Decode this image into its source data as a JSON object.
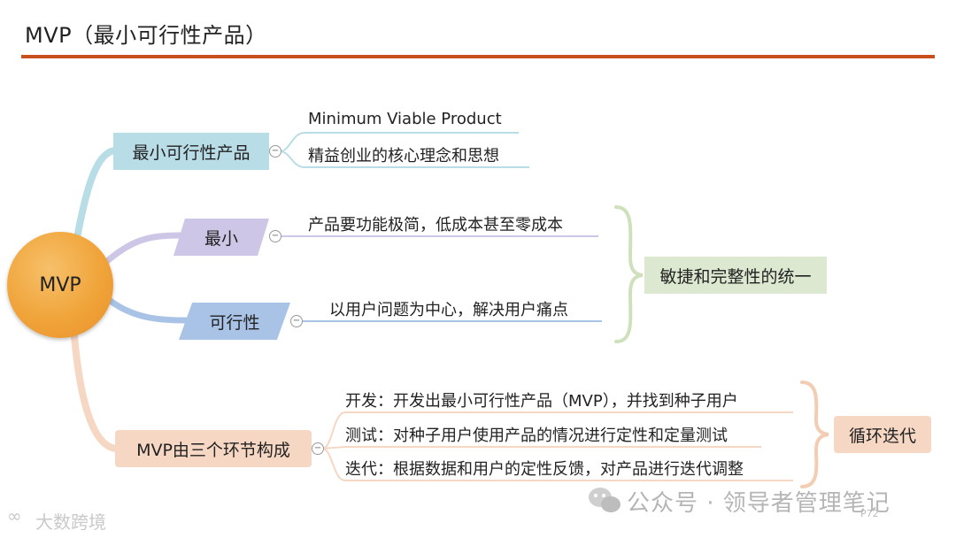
{
  "title": "MVP（最小可行性产品）",
  "center": "MVP",
  "nodes": {
    "min_product": "最小可行性产品",
    "small": "最小",
    "feasibility": "可行性",
    "three_links": "MVP由三个环节构成",
    "unity": "敏捷和完整性的统一",
    "loop": "循环迭代"
  },
  "leaves": {
    "min_product": [
      "Minimum Viable Product",
      "精益创业的核心理念和思想"
    ],
    "small": "产品要功能极简，低成本甚至零成本",
    "feasibility": "以用户问题为中心，解决用户痛点",
    "three_links": [
      "开发：开发出最小可行性产品（MVP），并找到种子用户",
      "测试：对种子用户使用产品的情况进行定性和定量测试",
      "迭代：根据数据和用户的定性反馈，对产品进行迭代调整"
    ]
  },
  "collapse_symbol": "−",
  "watermarks": {
    "wechat": "公众号 · 领导者管理笔记",
    "brand": "大数跨境",
    "page": "P72"
  },
  "colors": {
    "accent_rule": "#c8501f",
    "center": "#f0a43a",
    "min_product": "#b9dde6",
    "small": "#cec6e6",
    "feasibility": "#a9c3e6",
    "three_links": "#f6d7c3",
    "unity": "#dce8cf",
    "unity_brace": "#cfe0bd",
    "loop_brace": "#f3cdb3"
  }
}
